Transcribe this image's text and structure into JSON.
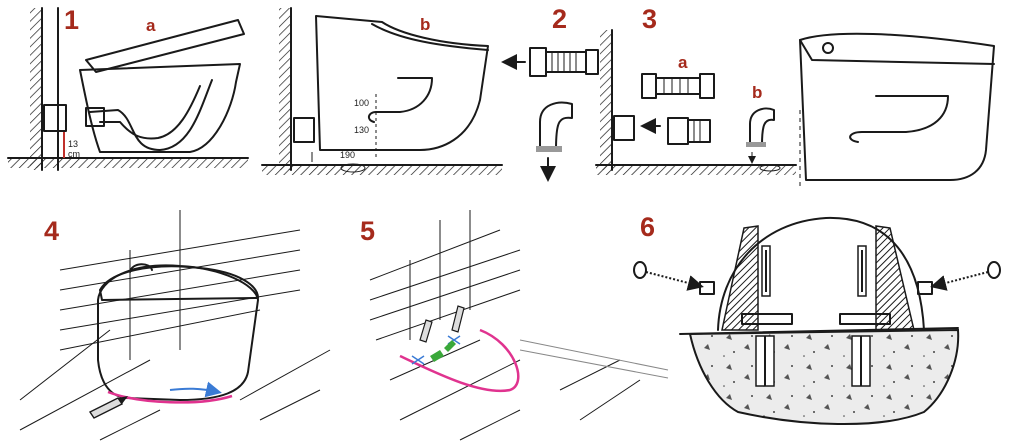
{
  "steps": [
    {
      "number": "1",
      "tag": "a",
      "dims": [
        "13",
        "cm"
      ]
    },
    {
      "number": "2",
      "tag": "b",
      "dims": [
        "100",
        "130",
        "190"
      ]
    },
    {
      "number": "3",
      "tags": [
        "a",
        "b"
      ]
    },
    {
      "number": "4"
    },
    {
      "number": "5"
    },
    {
      "number": "6"
    }
  ],
  "colors": {
    "step_label": "#a52a1c",
    "marker_line": "#e0338f",
    "arrow_blue": "#3a7bd5",
    "green_marker": "#3aa83a",
    "red_dimension": "#c0302b"
  }
}
